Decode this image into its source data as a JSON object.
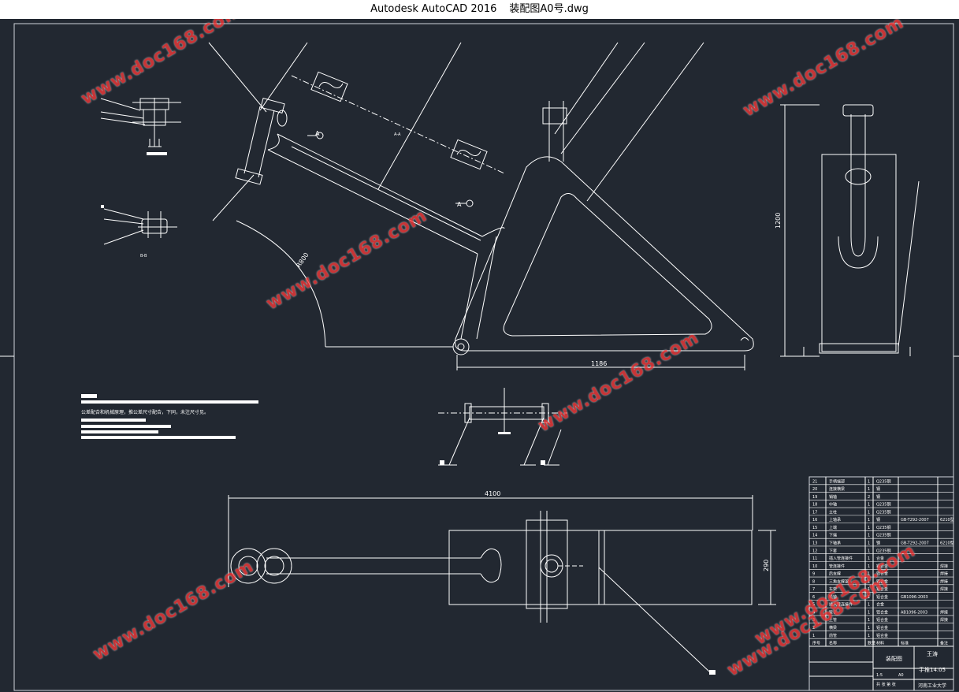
{
  "window": {
    "app_title": "Autodesk AutoCAD 2016",
    "doc_title": "装配图A0号.dwg"
  },
  "watermark": {
    "text": "www.doc168.com",
    "color": "#ff3a3a"
  },
  "drawing": {
    "notes": "公差配合和机械原理，推公差尺寸配合，下同，未注尺寸见。",
    "dimensions": {
      "frame_width": "1186",
      "base_length": "4100",
      "right_height": "1200",
      "arc_radius": "R800",
      "part_height": "290"
    },
    "title_block": {
      "drawing_name": "装配图",
      "designer": "王涛",
      "school": "河南工业大学",
      "scale": "1:5",
      "sheet": "A0",
      "rev": "共 张 第 张",
      "designation": "手推14.05"
    },
    "bom": [
      {
        "no": "21",
        "name": "手柄端部",
        "qty": "1",
        "mat": "Q235钢",
        "std": "",
        "note": ""
      },
      {
        "no": "20",
        "name": "连接横梁",
        "qty": "1",
        "mat": "钢",
        "std": "",
        "note": ""
      },
      {
        "no": "19",
        "name": "销轴",
        "qty": "2",
        "mat": "钢",
        "std": "",
        "note": ""
      },
      {
        "no": "18",
        "name": "中轴",
        "qty": "1",
        "mat": "Q235钢",
        "std": "",
        "note": ""
      },
      {
        "no": "17",
        "name": "立柱",
        "qty": "1",
        "mat": "Q235钢",
        "std": "",
        "note": ""
      },
      {
        "no": "16",
        "name": "上轴承",
        "qty": "1",
        "mat": "钢",
        "std": "GB-T292-2007",
        "note": "6210型"
      },
      {
        "no": "15",
        "name": "上端",
        "qty": "1",
        "mat": "Q235钢",
        "std": "",
        "note": ""
      },
      {
        "no": "14",
        "name": "下端",
        "qty": "1",
        "mat": "Q235钢",
        "std": "",
        "note": ""
      },
      {
        "no": "13",
        "name": "下轴承",
        "qty": "1",
        "mat": "钢",
        "std": "GB-T292-2007",
        "note": "6210型"
      },
      {
        "no": "12",
        "name": "下套",
        "qty": "1",
        "mat": "Q235钢",
        "std": "",
        "note": ""
      },
      {
        "no": "11",
        "name": "插入管连接件",
        "qty": "1",
        "mat": "合金",
        "std": "",
        "note": ""
      },
      {
        "no": "10",
        "name": "管连接件",
        "qty": "1",
        "mat": "铝合金",
        "std": "",
        "note": "焊接"
      },
      {
        "no": "9",
        "name": "后支撑",
        "qty": "1",
        "mat": "铝合金",
        "std": "",
        "note": "焊接"
      },
      {
        "no": "8",
        "name": "三角支撑架",
        "qty": "1",
        "mat": "铝合金",
        "std": "",
        "note": "焊接"
      },
      {
        "no": "7",
        "name": "车架",
        "qty": "1",
        "mat": "铝合金",
        "std": "",
        "note": "焊接"
      },
      {
        "no": "6",
        "name": "轮轴",
        "qty": "1",
        "mat": "铝合金",
        "std": "GB1096-2003",
        "note": ""
      },
      {
        "no": "5",
        "name": "插入管连接件",
        "qty": "1",
        "mat": "合金",
        "std": "",
        "note": ""
      },
      {
        "no": "4",
        "name": "管子",
        "qty": "1",
        "mat": "铝合金",
        "std": "AB1096-2003",
        "note": "焊接"
      },
      {
        "no": "3",
        "name": "上管",
        "qty": "1",
        "mat": "铝合金",
        "std": "",
        "note": "焊接"
      },
      {
        "no": "2",
        "name": "横梁",
        "qty": "1",
        "mat": "铝合金",
        "std": "",
        "note": ""
      },
      {
        "no": "1",
        "name": "前管",
        "qty": "1",
        "mat": "铝合金",
        "std": "",
        "note": ""
      },
      {
        "no": "序号",
        "name": "名称",
        "qty": "数量",
        "mat": "材料",
        "std": "标准",
        "note": "备注"
      }
    ],
    "section_labels": {
      "section_a": "A-A",
      "section_b": "B-B",
      "view_label": "A"
    }
  },
  "colors": {
    "bg": "#222831",
    "line": "#ffffff",
    "frame": "#d0d4da"
  }
}
